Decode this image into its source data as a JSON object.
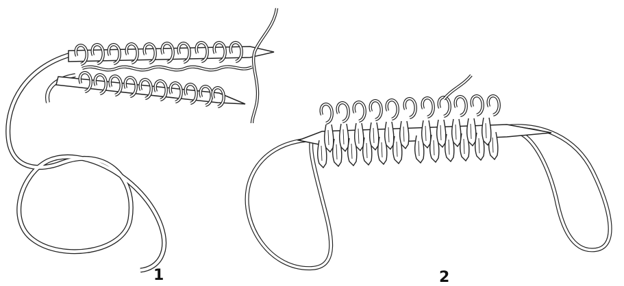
{
  "figure": {
    "steps": [
      {
        "label": "1",
        "needle_count": 2,
        "loops_per_needle": 10
      },
      {
        "label": "2",
        "needle_count": 2,
        "loops_per_needle": 12
      }
    ],
    "colors": {
      "stroke": "#222222",
      "fill": "#ffffff"
    }
  }
}
